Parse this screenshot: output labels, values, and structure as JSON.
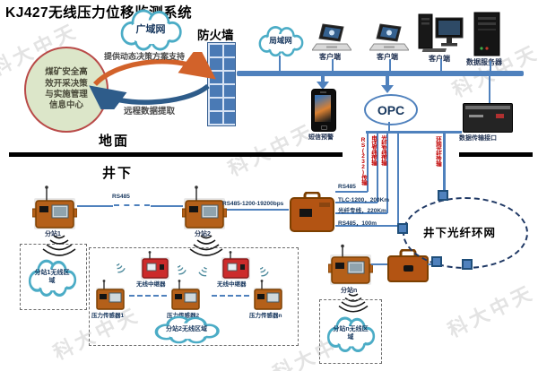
{
  "title": "KJ427无线压力位移监测系统",
  "watermark": "科大中天",
  "surface": {
    "ground_label": "地面",
    "wan_cloud": "广域网",
    "lan_cloud": "局域网",
    "firewall_label": "防火墙",
    "info_center_lines": [
      "煤矿安全高",
      "效开采决策",
      "与实施管理",
      "信息中心"
    ],
    "arrow_top_label": "提供动态决策方案支持",
    "arrow_bottom_label": "远程数据提取",
    "clients": [
      "客户端",
      "客户端",
      "客户端"
    ],
    "data_server": "数据服务器",
    "phone_label": "短信预警",
    "opc": "OPC",
    "transfer_interface_label": "数据传输接口"
  },
  "links": {
    "risers": [
      "RS(232)传输",
      "电话专线传输",
      "光纤专线传输",
      "环网光纤传输"
    ],
    "channels": [
      "RS485",
      "TLC-1200，200Km",
      "光纤专线，220Km",
      "RS485，100m"
    ],
    "rs485": "RS485",
    "rs485_bus": "RS485-1200-19200bps"
  },
  "underground": {
    "label": "井下",
    "substations": [
      "分站1",
      "分站2",
      "分站n"
    ],
    "zones": [
      "分站1无线区域",
      "分站2无线区域",
      "分站n无线区域"
    ],
    "repeaters": [
      "无线中继器",
      "无线中继器"
    ],
    "sensors": [
      "压力传感器1",
      "压力传感器2",
      "压力传感器n"
    ],
    "ring_label": "井下光纤环网"
  },
  "colors": {
    "bus_blue": "#4f81bd",
    "cloud_teal": "#4bacc6",
    "device_orange": "#b4601a",
    "repeater_red": "#cc2b2b",
    "riser_text_red": "#c00000",
    "circle_green": "#dce6c9",
    "circle_border_red": "#b94a48",
    "arrow_orange": "#d2622a",
    "arrow_blue": "#2e5c8a"
  }
}
